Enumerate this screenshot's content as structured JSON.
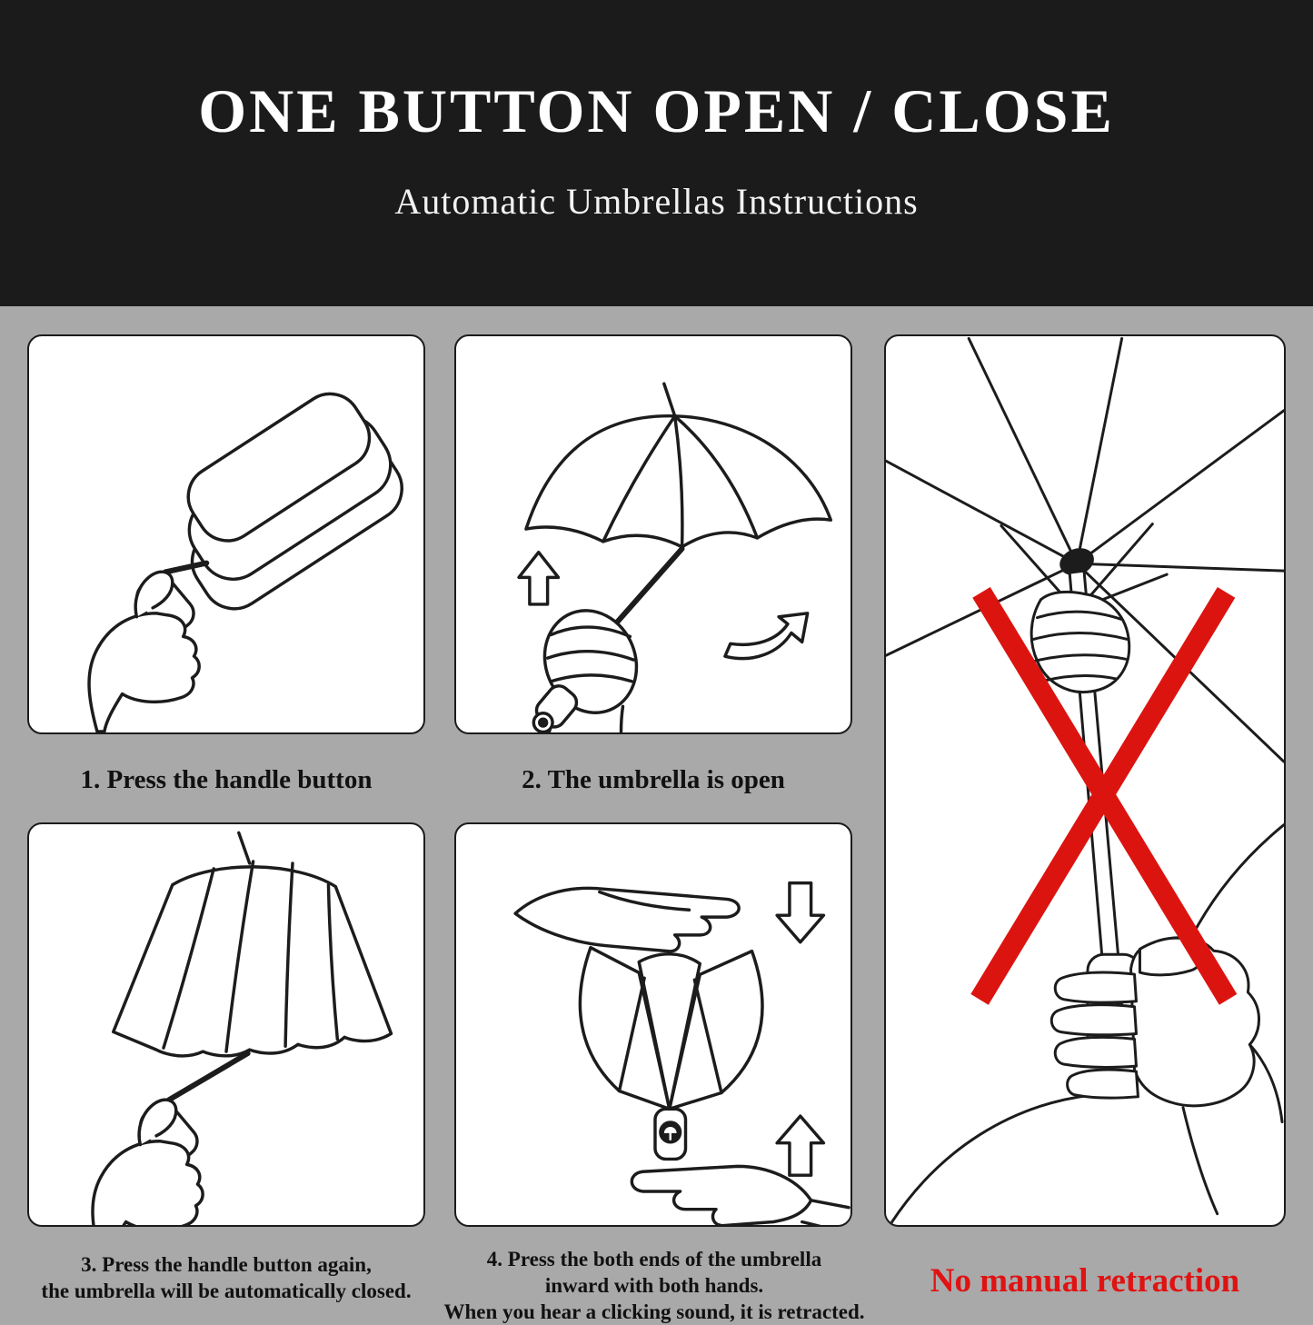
{
  "header": {
    "title": "ONE BUTTON OPEN / CLOSE",
    "subtitle": "Automatic Umbrellas Instructions"
  },
  "steps": [
    {
      "id": 1,
      "lines": [
        "1. Press the handle button"
      ]
    },
    {
      "id": 2,
      "lines": [
        "2. The umbrella is open"
      ]
    },
    {
      "id": 3,
      "lines": [
        "3. Press the handle button again,",
        "the umbrella will be automatically closed."
      ]
    },
    {
      "id": 4,
      "lines": [
        "4. Press the both ends of the umbrella",
        "inward with both hands.",
        "When you hear a clicking sound, it is retracted."
      ]
    }
  ],
  "warning": {
    "text": "No manual retraction",
    "color": "#e01212"
  },
  "colors": {
    "background": "#a9a9a9",
    "header_background": "#1b1b1b",
    "panel_background": "#ffffff",
    "line_art": "#1c1c1c",
    "cross_red": "#dc1410"
  }
}
